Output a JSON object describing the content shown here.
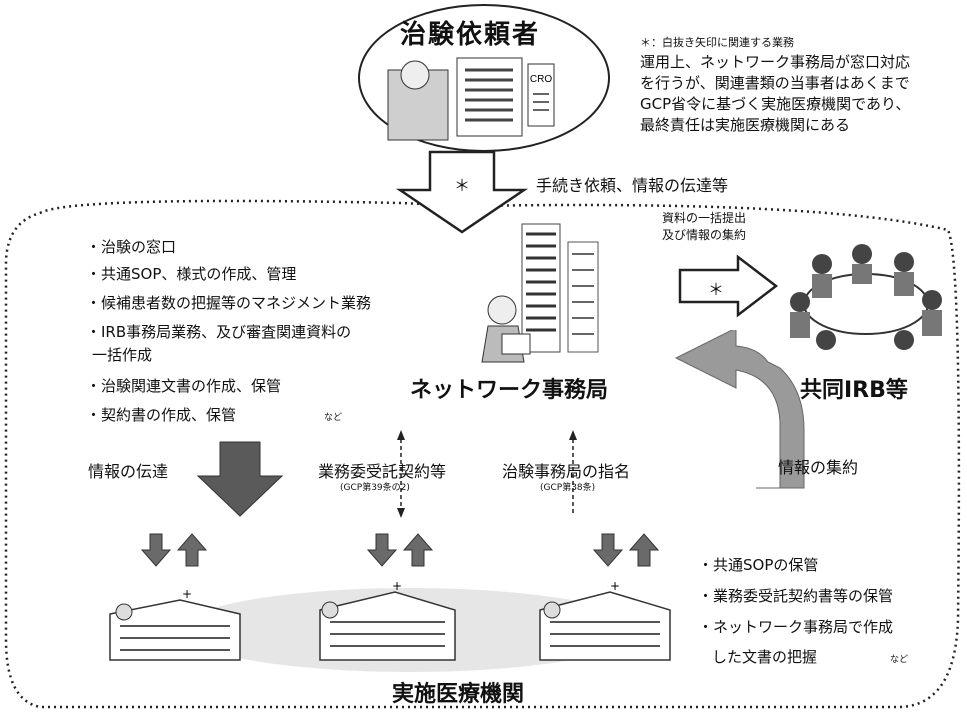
{
  "sponsor": {
    "title": "治験依頼者",
    "doc_label": "CRO"
  },
  "note": {
    "head": "＊：白抜き矢印に関連する業務",
    "lines": [
      "運用上、ネットワーク事務局が窓口対応",
      "を行うが、関連書類の当事者はあくまで",
      "GCP省令に基づく実施医療機関であり、",
      "最終責任は実施医療機関にある"
    ]
  },
  "top_arrow": {
    "star": "＊",
    "label": "手続き依頼、情報の伝達等"
  },
  "network_office": {
    "title": "ネットワーク事務局",
    "tasks": [
      "・治験の窓口",
      "・共通SOP、様式の作成、管理",
      "・候補患者数の把握等のマネジメント業務",
      "・IRB事務局業務、及び審査関連資料の",
      "一括作成",
      "・治験関連文書の作成、保管",
      "・契約書の作成、保管"
    ],
    "nado": "など"
  },
  "irb": {
    "title": "共同IRB等",
    "submit_label_1": "資料の一括提出",
    "submit_label_2": "及び情報の集約",
    "star": "＊",
    "collect_label": "情報の集約"
  },
  "links": {
    "info_transfer": "情報の伝達",
    "contract": "業務委受託契約等",
    "contract_ref": "(GCP第39条の2)",
    "designate": "治験事務局の指名",
    "designate_ref": "(GCP第38条)"
  },
  "institutions": {
    "title": "実施医療機関",
    "side_items": [
      "・共通SOPの保管",
      "・業務委受託契約書等の保管",
      "・ネットワーク事務局で作成",
      "した文書の把握"
    ],
    "nado": "など"
  },
  "colors": {
    "arrow_dark": "#5a5a5a",
    "arrow_light": "#9a9a9a",
    "line": "#222222"
  }
}
